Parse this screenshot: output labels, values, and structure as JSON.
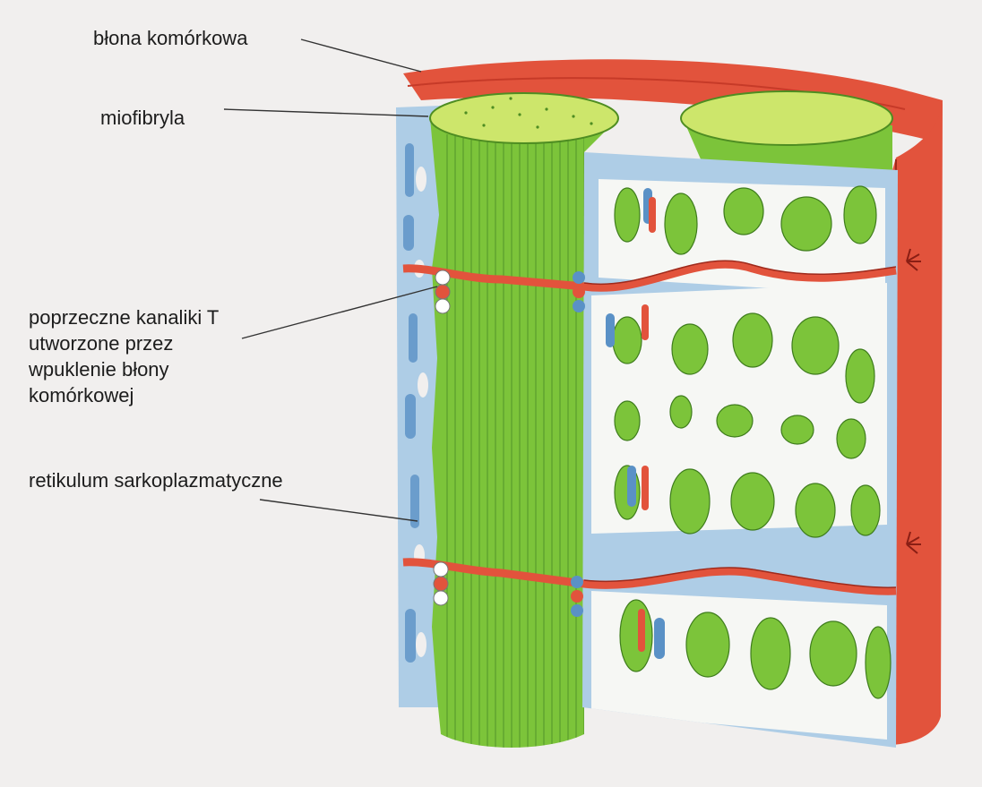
{
  "labels": {
    "membrane": "błona komórkowa",
    "myofibril": "miofibryla",
    "t_tubules": [
      "poprzeczne kanaliki T",
      "utworzone przez",
      "wpuklenie błony",
      "komórkowej"
    ],
    "reticulum": "retikulum sarkoplazmatyczne"
  },
  "colors": {
    "background": "#f1efee",
    "membrane_red": "#e2533c",
    "membrane_dark": "#c63a28",
    "myofibril_green": "#7cc43a",
    "myofibril_light": "#cde66b",
    "reticulum_blue": "#aecde6",
    "reticulum_dark_blue": "#5a91c6",
    "leader_line": "#333333"
  }
}
